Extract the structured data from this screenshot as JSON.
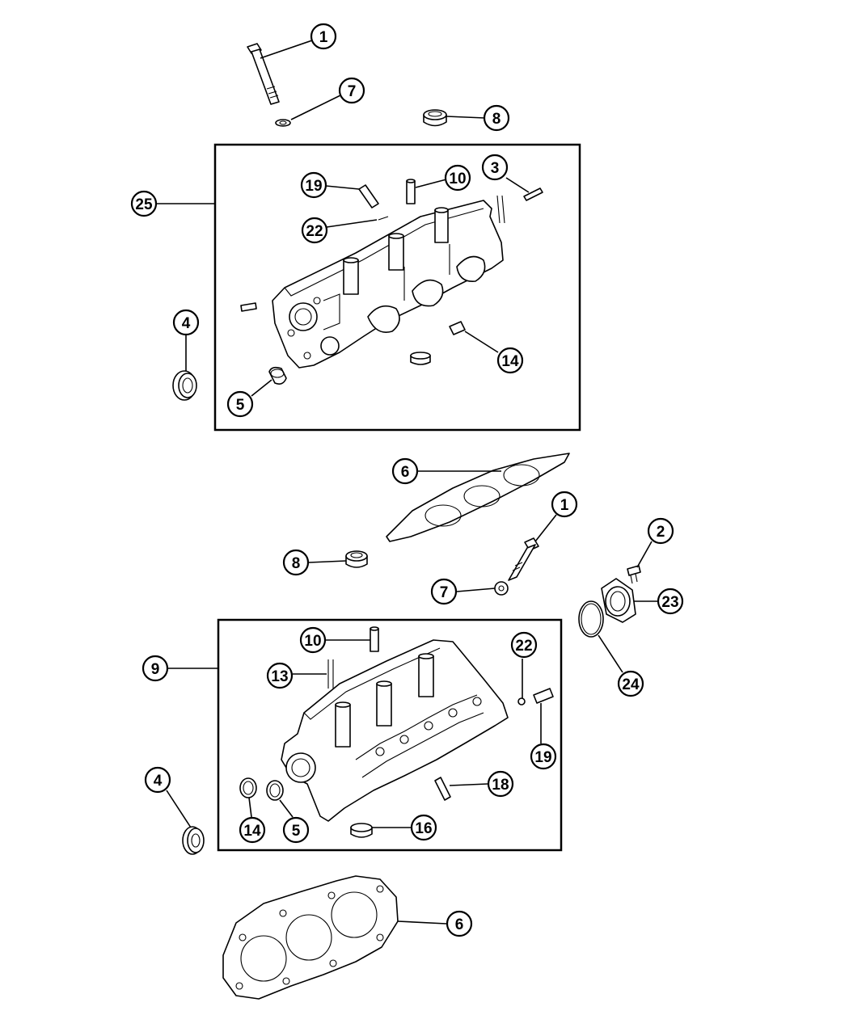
{
  "callouts": [
    {
      "id": "c-upper-1",
      "label": "1"
    },
    {
      "id": "c-upper-7",
      "label": "7"
    },
    {
      "id": "c-upper-8",
      "label": "8"
    },
    {
      "id": "c-upper-3",
      "label": "3"
    },
    {
      "id": "c-upper-10",
      "label": "10"
    },
    {
      "id": "c-upper-19",
      "label": "19"
    },
    {
      "id": "c-upper-22",
      "label": "22"
    },
    {
      "id": "c-upper-25",
      "label": "25"
    },
    {
      "id": "c-upper-4",
      "label": "4"
    },
    {
      "id": "c-upper-5",
      "label": "5"
    },
    {
      "id": "c-upper-14",
      "label": "14"
    },
    {
      "id": "c-mid-6",
      "label": "6"
    },
    {
      "id": "c-mid-1",
      "label": "1"
    },
    {
      "id": "c-mid-8",
      "label": "8"
    },
    {
      "id": "c-mid-7",
      "label": "7"
    },
    {
      "id": "c-mid-2",
      "label": "2"
    },
    {
      "id": "c-mid-23",
      "label": "23"
    },
    {
      "id": "c-mid-24",
      "label": "24"
    },
    {
      "id": "c-lower-10",
      "label": "10"
    },
    {
      "id": "c-lower-22",
      "label": "22"
    },
    {
      "id": "c-lower-9",
      "label": "9"
    },
    {
      "id": "c-lower-13",
      "label": "13"
    },
    {
      "id": "c-lower-19",
      "label": "19"
    },
    {
      "id": "c-lower-18",
      "label": "18"
    },
    {
      "id": "c-lower-4",
      "label": "4"
    },
    {
      "id": "c-lower-14",
      "label": "14"
    },
    {
      "id": "c-lower-5",
      "label": "5"
    },
    {
      "id": "c-lower-16",
      "label": "16"
    },
    {
      "id": "c-bottom-6",
      "label": "6"
    }
  ]
}
